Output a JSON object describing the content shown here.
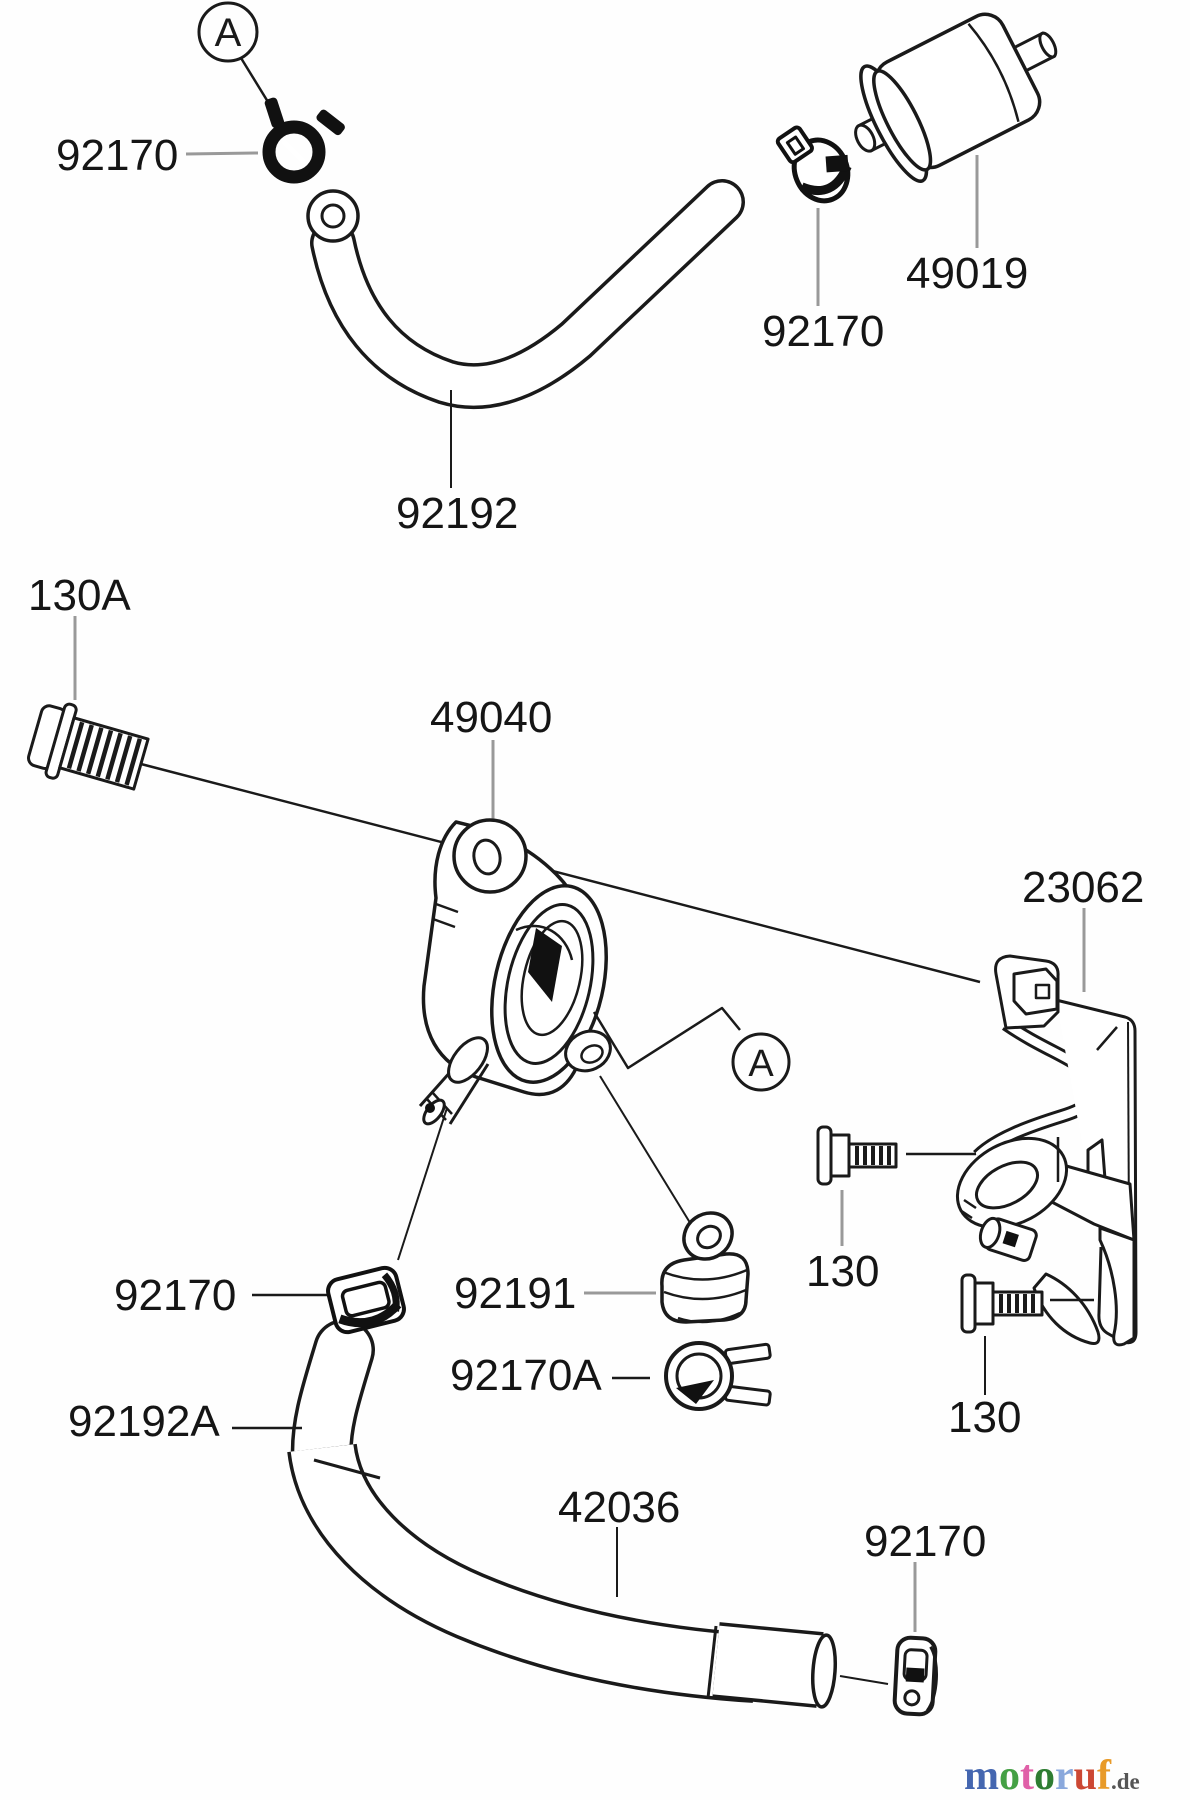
{
  "diagram": {
    "callout_letter": "A",
    "labels": [
      {
        "id": "clamp-top-left",
        "text": "92170"
      },
      {
        "id": "clamp-filter",
        "text": "92170"
      },
      {
        "id": "fuel-filter",
        "text": "49019"
      },
      {
        "id": "hose-upper",
        "text": "92192"
      },
      {
        "id": "bolt-pump",
        "text": "130A"
      },
      {
        "id": "fuel-pump",
        "text": "49040"
      },
      {
        "id": "bracket",
        "text": "23062"
      },
      {
        "id": "clamp-mid-left",
        "text": "92170"
      },
      {
        "id": "elbow-fitting",
        "text": "92191"
      },
      {
        "id": "clamp-a",
        "text": "92170A"
      },
      {
        "id": "hose-lower",
        "text": "92192A"
      },
      {
        "id": "vent-tube",
        "text": "42036"
      },
      {
        "id": "clamp-bottom-right",
        "text": "92170"
      },
      {
        "id": "bolt-bracket-upper",
        "text": "130"
      },
      {
        "id": "bolt-bracket-lower",
        "text": "130"
      }
    ],
    "colors": {
      "line": "#1a1a1a",
      "leader_gray": "#999999",
      "label_text": "#151515"
    }
  },
  "watermark": {
    "letters": [
      {
        "ch": "m",
        "css": "color:#4466b0"
      },
      {
        "ch": "o",
        "css": "color:#44a044"
      },
      {
        "ch": "t",
        "css": "color:#e060a8"
      },
      {
        "ch": "o",
        "css": "color:#2e7d32"
      },
      {
        "ch": "r",
        "css": "color:#8aa8dc"
      },
      {
        "ch": "u",
        "css": "color:#cc4733"
      },
      {
        "ch": "f",
        "css": "color:#e89a28"
      }
    ],
    "suffix": ".de",
    "suffix_css": "color:#555555"
  }
}
